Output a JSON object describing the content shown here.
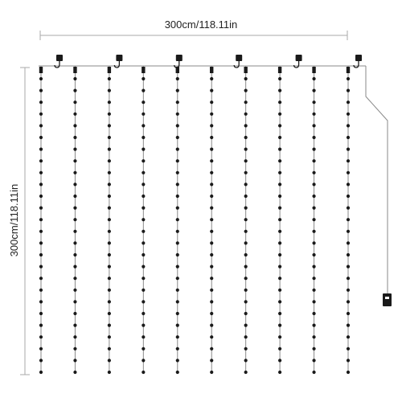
{
  "dimensions": {
    "width_label": "300cm/118.11in",
    "height_label": "300cm/118.11in"
  },
  "diagram": {
    "strand_count": 10,
    "hook_count": 6,
    "bulbs_per_strand": 26,
    "line_color": "#8a8a8a",
    "bulb_color": "#1a1a1a",
    "dimension_line_color": "#aaaaaa"
  }
}
